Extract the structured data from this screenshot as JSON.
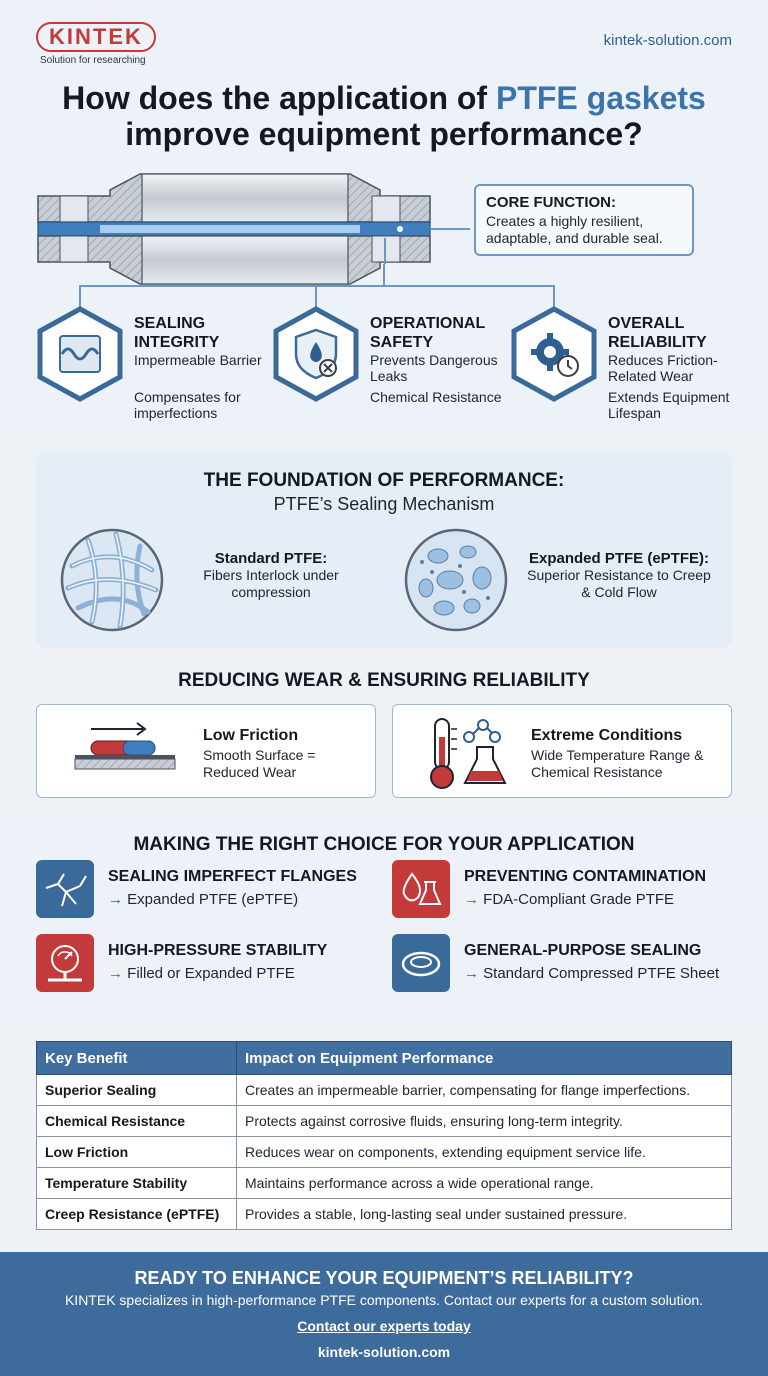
{
  "brand": {
    "logo": "KINTEK",
    "tagline": "Solution for researching",
    "site": "kintek-solution.com",
    "accent": "#c23a3a",
    "primary": "#3d6c9c"
  },
  "title": {
    "line1_pre": "How does the application of ",
    "line1_hl": "PTFE gaskets",
    "line2": "improve equipment performance?"
  },
  "core": {
    "title": "CORE FUNCTION:",
    "text": "Creates a highly resilient, adaptable, and durable seal."
  },
  "features": [
    {
      "title": "SEALING INTEGRITY",
      "p1": "Impermeable Barrier",
      "p2": "Compensates for imperfections",
      "icon": "seal-wave-icon"
    },
    {
      "title": "OPERATIONAL SAFETY",
      "p1": "Prevents Dangerous Leaks",
      "p2": "Chemical Resistance",
      "icon": "shield-drop-icon"
    },
    {
      "title": "OVERALL RELIABILITY",
      "p1": "Reduces Friction-Related Wear",
      "p2": "Extends Equipment Lifespan",
      "icon": "gear-clock-icon"
    }
  ],
  "foundation": {
    "title": "THE FOUNDATION OF PERFORMANCE:",
    "subtitle": "PTFE’s Sealing Mechanism",
    "standard": {
      "title": "Standard PTFE:",
      "text": "Fibers Interlock under compression"
    },
    "expanded": {
      "title": "Expanded PTFE (ePTFE):",
      "text": "Superior Resistance to Creep & Cold Flow"
    }
  },
  "wear": {
    "title": "REDUCING WEAR & ENSURING RELIABILITY",
    "cards": [
      {
        "title": "Low Friction",
        "text": "Smooth Surface = Reduced Wear"
      },
      {
        "title": "Extreme Conditions",
        "text": "Wide Temperature Range & Chemical Resistance"
      }
    ]
  },
  "choice": {
    "title": "MAKING THE RIGHT CHOICE FOR YOUR APPLICATION",
    "items": [
      {
        "title": "SEALING IMPERFECT FLANGES",
        "rec": "Expanded PTFE (ePTFE)",
        "arrow": "→"
      },
      {
        "title": "PREVENTING CONTAMINATION",
        "rec": "FDA-Compliant Grade PTFE",
        "arrow": "→"
      },
      {
        "title": "HIGH-PRESSURE STABILITY",
        "rec": "Filled or Expanded PTFE",
        "arrow": "→"
      },
      {
        "title": "GENERAL-PURPOSE SEALING",
        "rec": "Standard Compressed PTFE Sheet",
        "arrow": "→"
      }
    ]
  },
  "table": {
    "headers": [
      "Key Benefit",
      "Impact on Equipment Performance"
    ],
    "rows": [
      [
        "Superior Sealing",
        "Creates an impermeable barrier, compensating for flange imperfections."
      ],
      [
        "Chemical Resistance",
        "Protects against corrosive fluids, ensuring long-term integrity."
      ],
      [
        "Low Friction",
        "Reduces wear on components, extending equipment service life."
      ],
      [
        "Temperature Stability",
        "Maintains performance across a wide operational range."
      ],
      [
        "Creep Resistance (ePTFE)",
        "Provides a stable, long-lasting seal under sustained pressure."
      ]
    ]
  },
  "footer": {
    "title": "READY TO ENHANCE YOUR EQUIPMENT’S RELIABILITY?",
    "text": "KINTEK specializes in high-performance PTFE components. Contact our experts for a custom solution.",
    "link": "Contact our experts today",
    "site": "kintek-solution.com"
  }
}
